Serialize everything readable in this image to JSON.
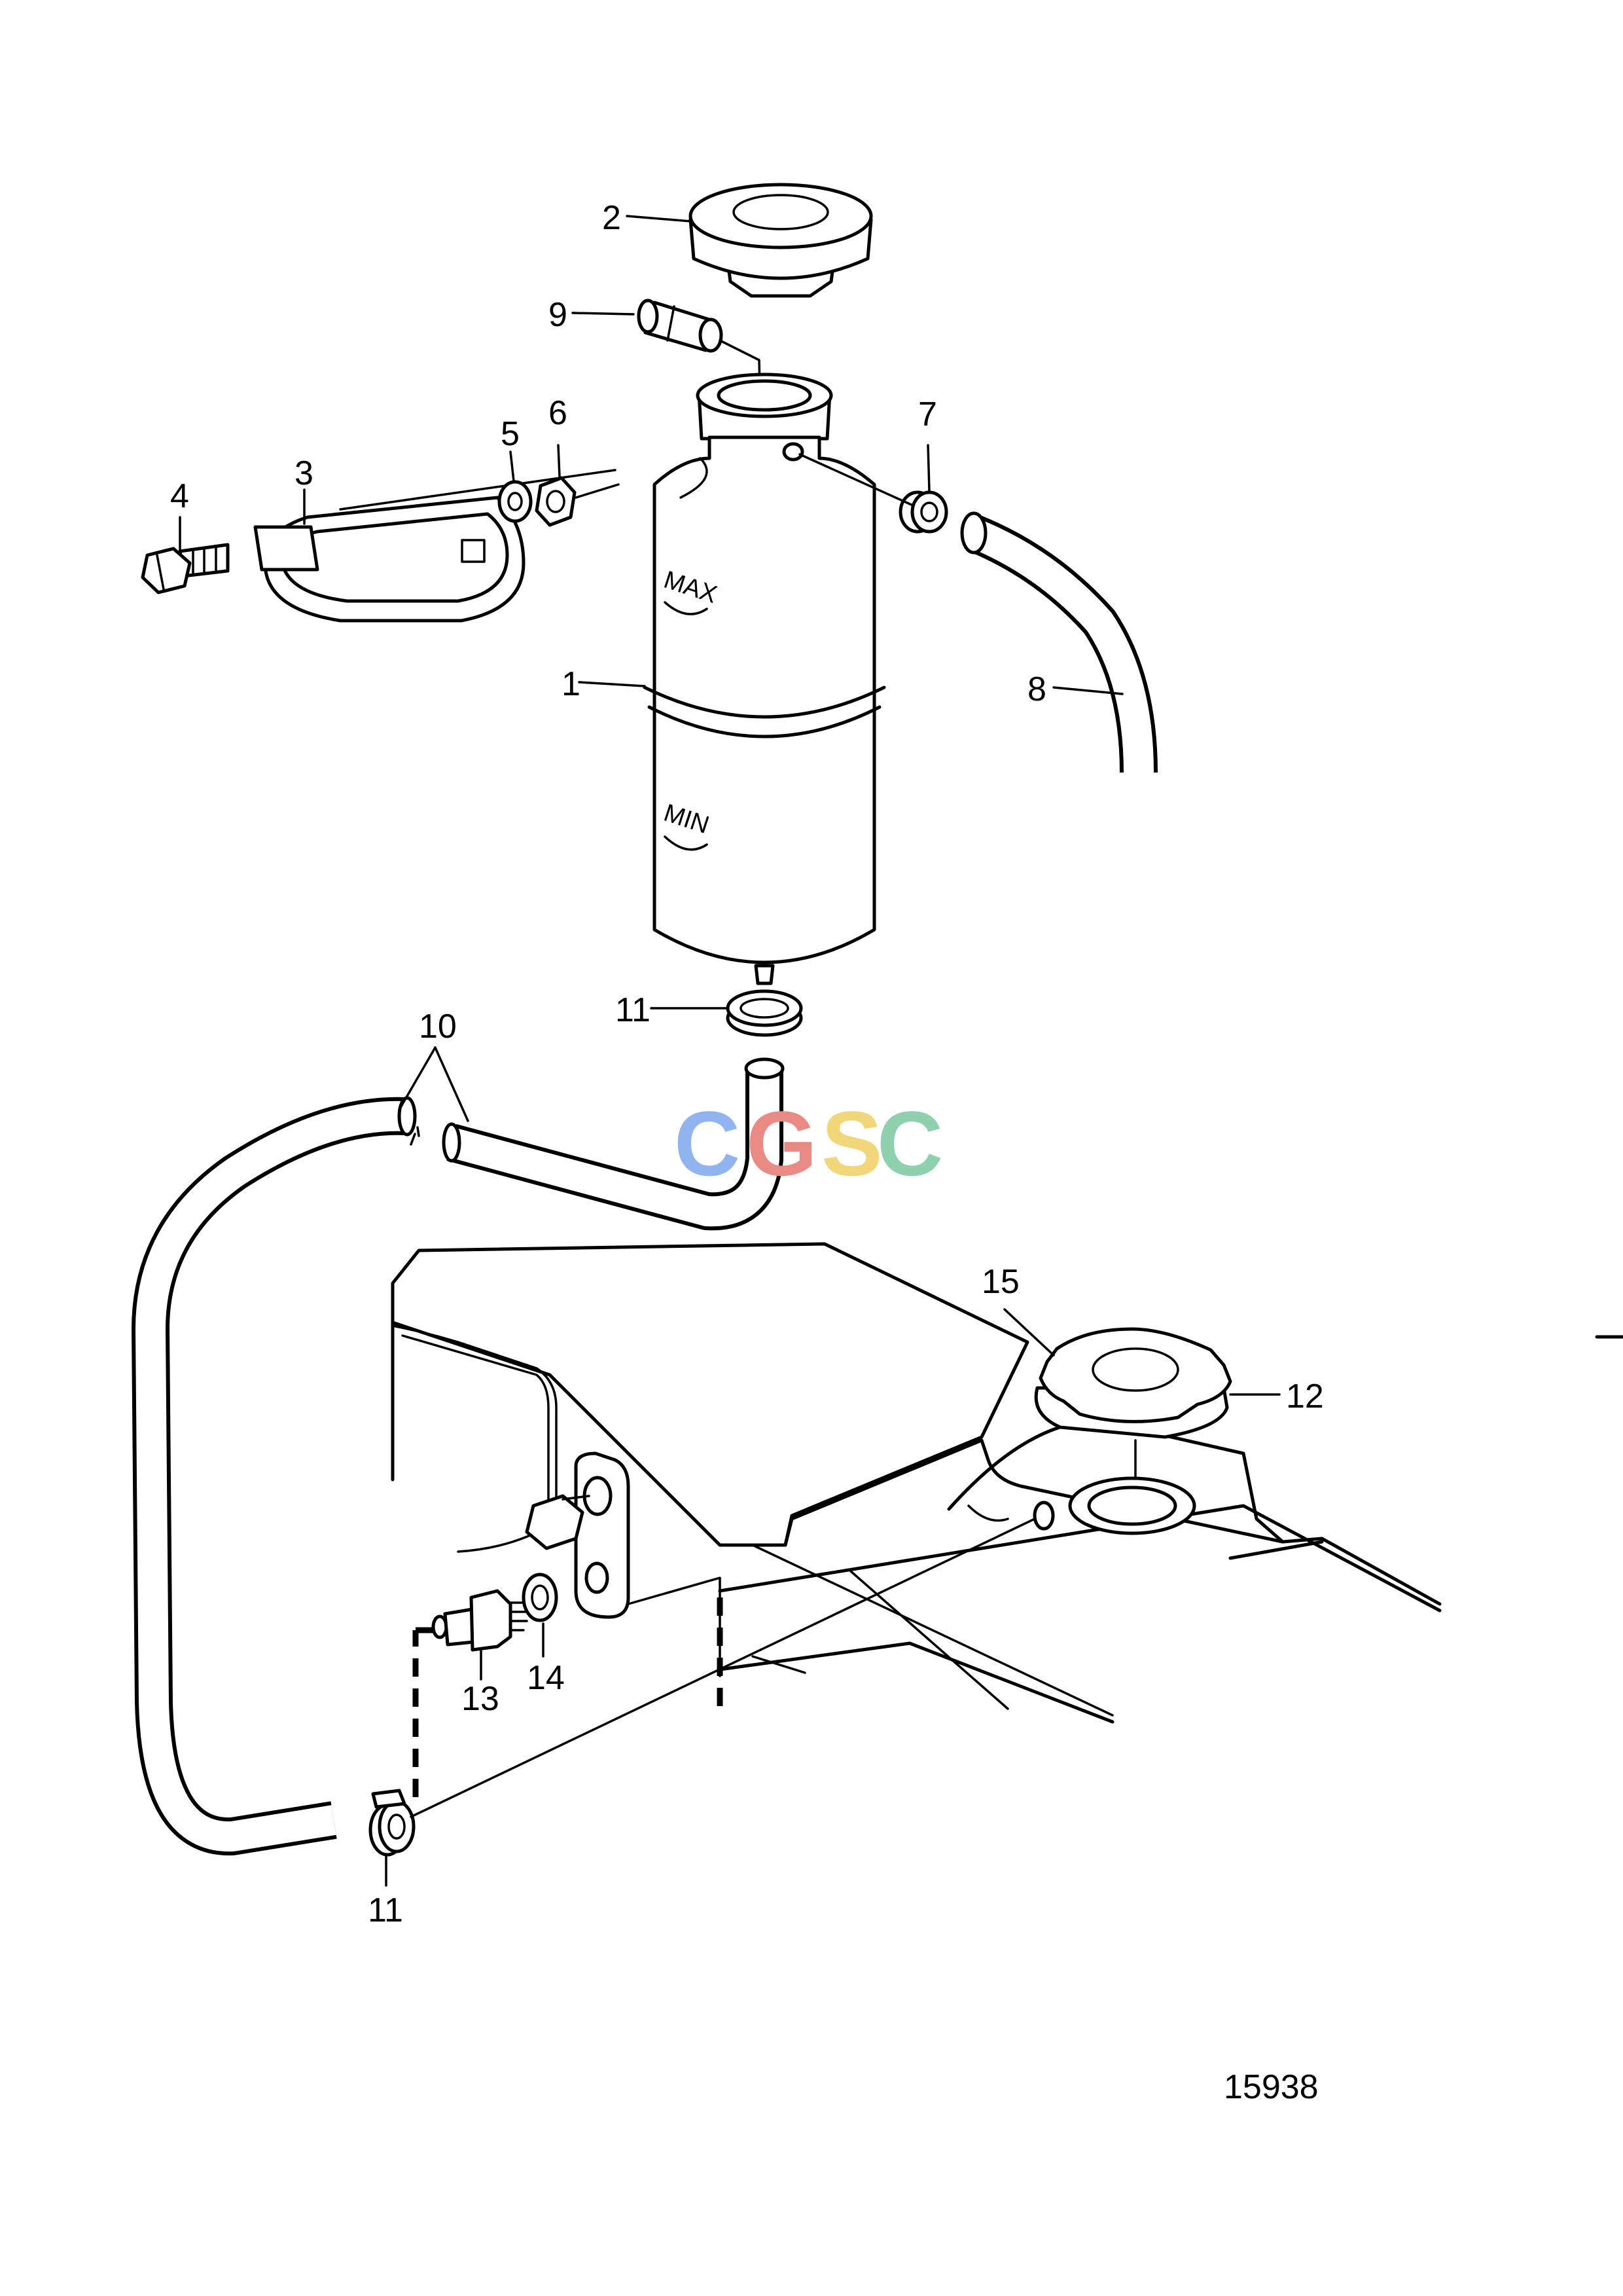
{
  "figure_number": "15938",
  "watermark": {
    "text": "CGSC",
    "letters": [
      "C",
      "G",
      "S",
      "C"
    ],
    "colors": [
      "#8fb4f0",
      "#e98b84",
      "#f2d77a",
      "#8fd1ae"
    ]
  },
  "callouts": {
    "c1": "1",
    "c2": "2",
    "c3": "3",
    "c4": "4",
    "c5": "5",
    "c6": "6",
    "c7": "7",
    "c8": "8",
    "c9": "9",
    "c10": "10",
    "c11a": "11",
    "c11b": "11",
    "c12": "12",
    "c13": "13",
    "c14": "14",
    "c15": "15"
  },
  "reservoir_marks": {
    "max": "MAX",
    "min": "MIN"
  }
}
